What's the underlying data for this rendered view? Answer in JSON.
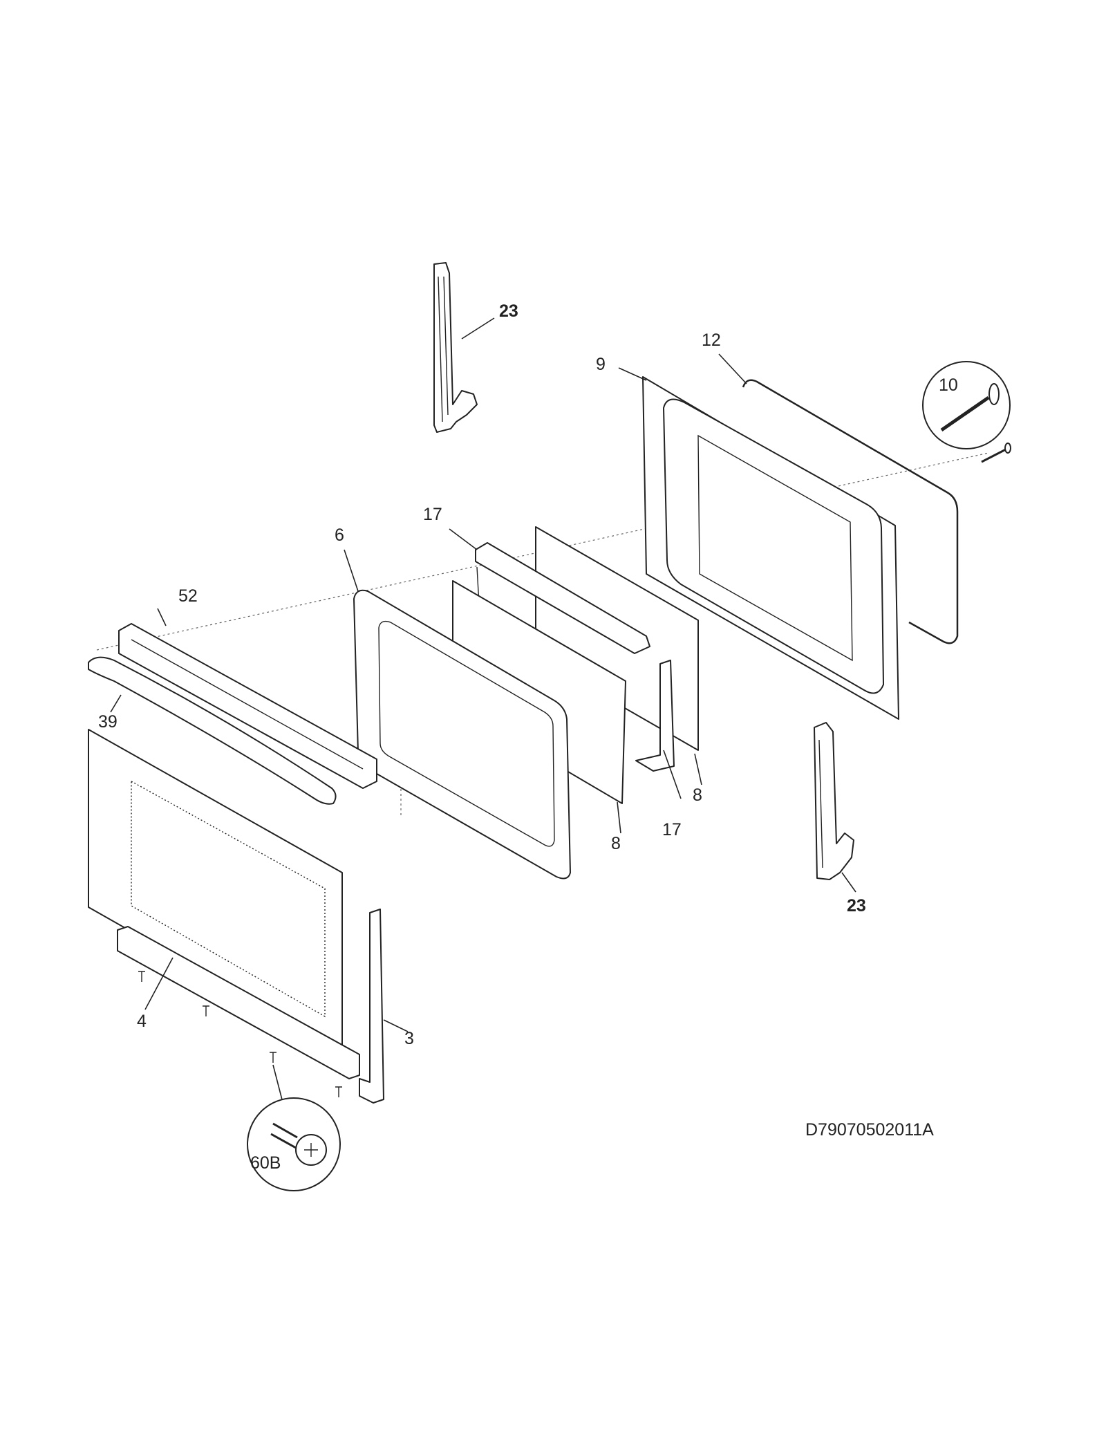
{
  "labels": {
    "hinge_top": "23",
    "hinge_bottom": "23",
    "door_frame": "9",
    "gasket": "12",
    "hinge_pin": "10",
    "inner_panel": "6",
    "glass_pack_top": "17",
    "glass_pack_bottom": "17",
    "glass_a": "8",
    "glass_b": "8",
    "trim": "52",
    "handle": "39",
    "outer_door": "4",
    "side_trim": "3",
    "screw": "60B"
  },
  "diagram_code": "D79070502011A",
  "colors": {
    "line": "#222222",
    "background": "#ffffff"
  }
}
